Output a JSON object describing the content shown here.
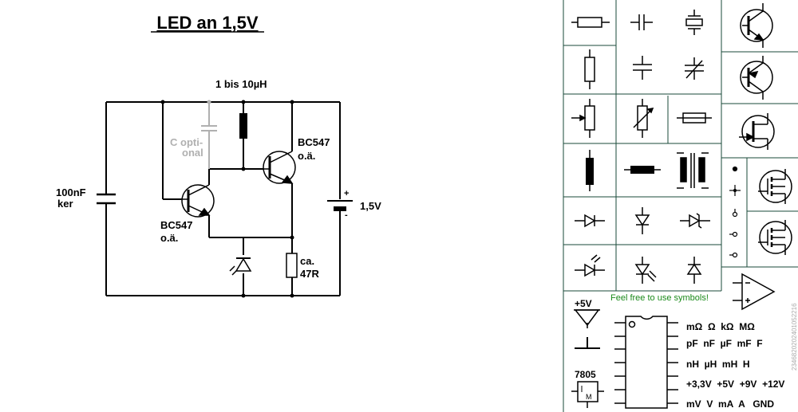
{
  "title": "LED an 1,5V",
  "labels": {
    "inductor": "1 bis 10µH",
    "c_optional_1": "C opti-",
    "c_optional_2": "onal",
    "cap_value": "100nF",
    "cap_type": "ker",
    "t_right_type": "BC547",
    "t_right_alt": "o.ä.",
    "t_left_type": "BC547",
    "t_left_alt": "o.ä.",
    "battery": "1,5V",
    "battery_plus": "+",
    "battery_minus": "-",
    "resistor_1": "ca.",
    "resistor_2": "47R"
  },
  "palette": {
    "free_text": "Feel free to use symbols!",
    "supply": "+5V",
    "regulator": "7805",
    "regulator_mark": "M",
    "units_row1": "mΩ  Ω  kΩ  MΩ",
    "units_row2": "pF  nF  µF  mF  F",
    "units_row3": "nH  µH  mH  H",
    "units_row4": "+3,3V  +5V  +9V  +12V",
    "units_row5": "mV  V  mA  A   GND",
    "watermark": "2346820202401052216"
  },
  "colors": {
    "ink": "#000000",
    "grid": "#1a4a3a",
    "optional": "#b0b0b0",
    "green_text": "#1a8a1a",
    "watermark": "#aaaaaa"
  }
}
